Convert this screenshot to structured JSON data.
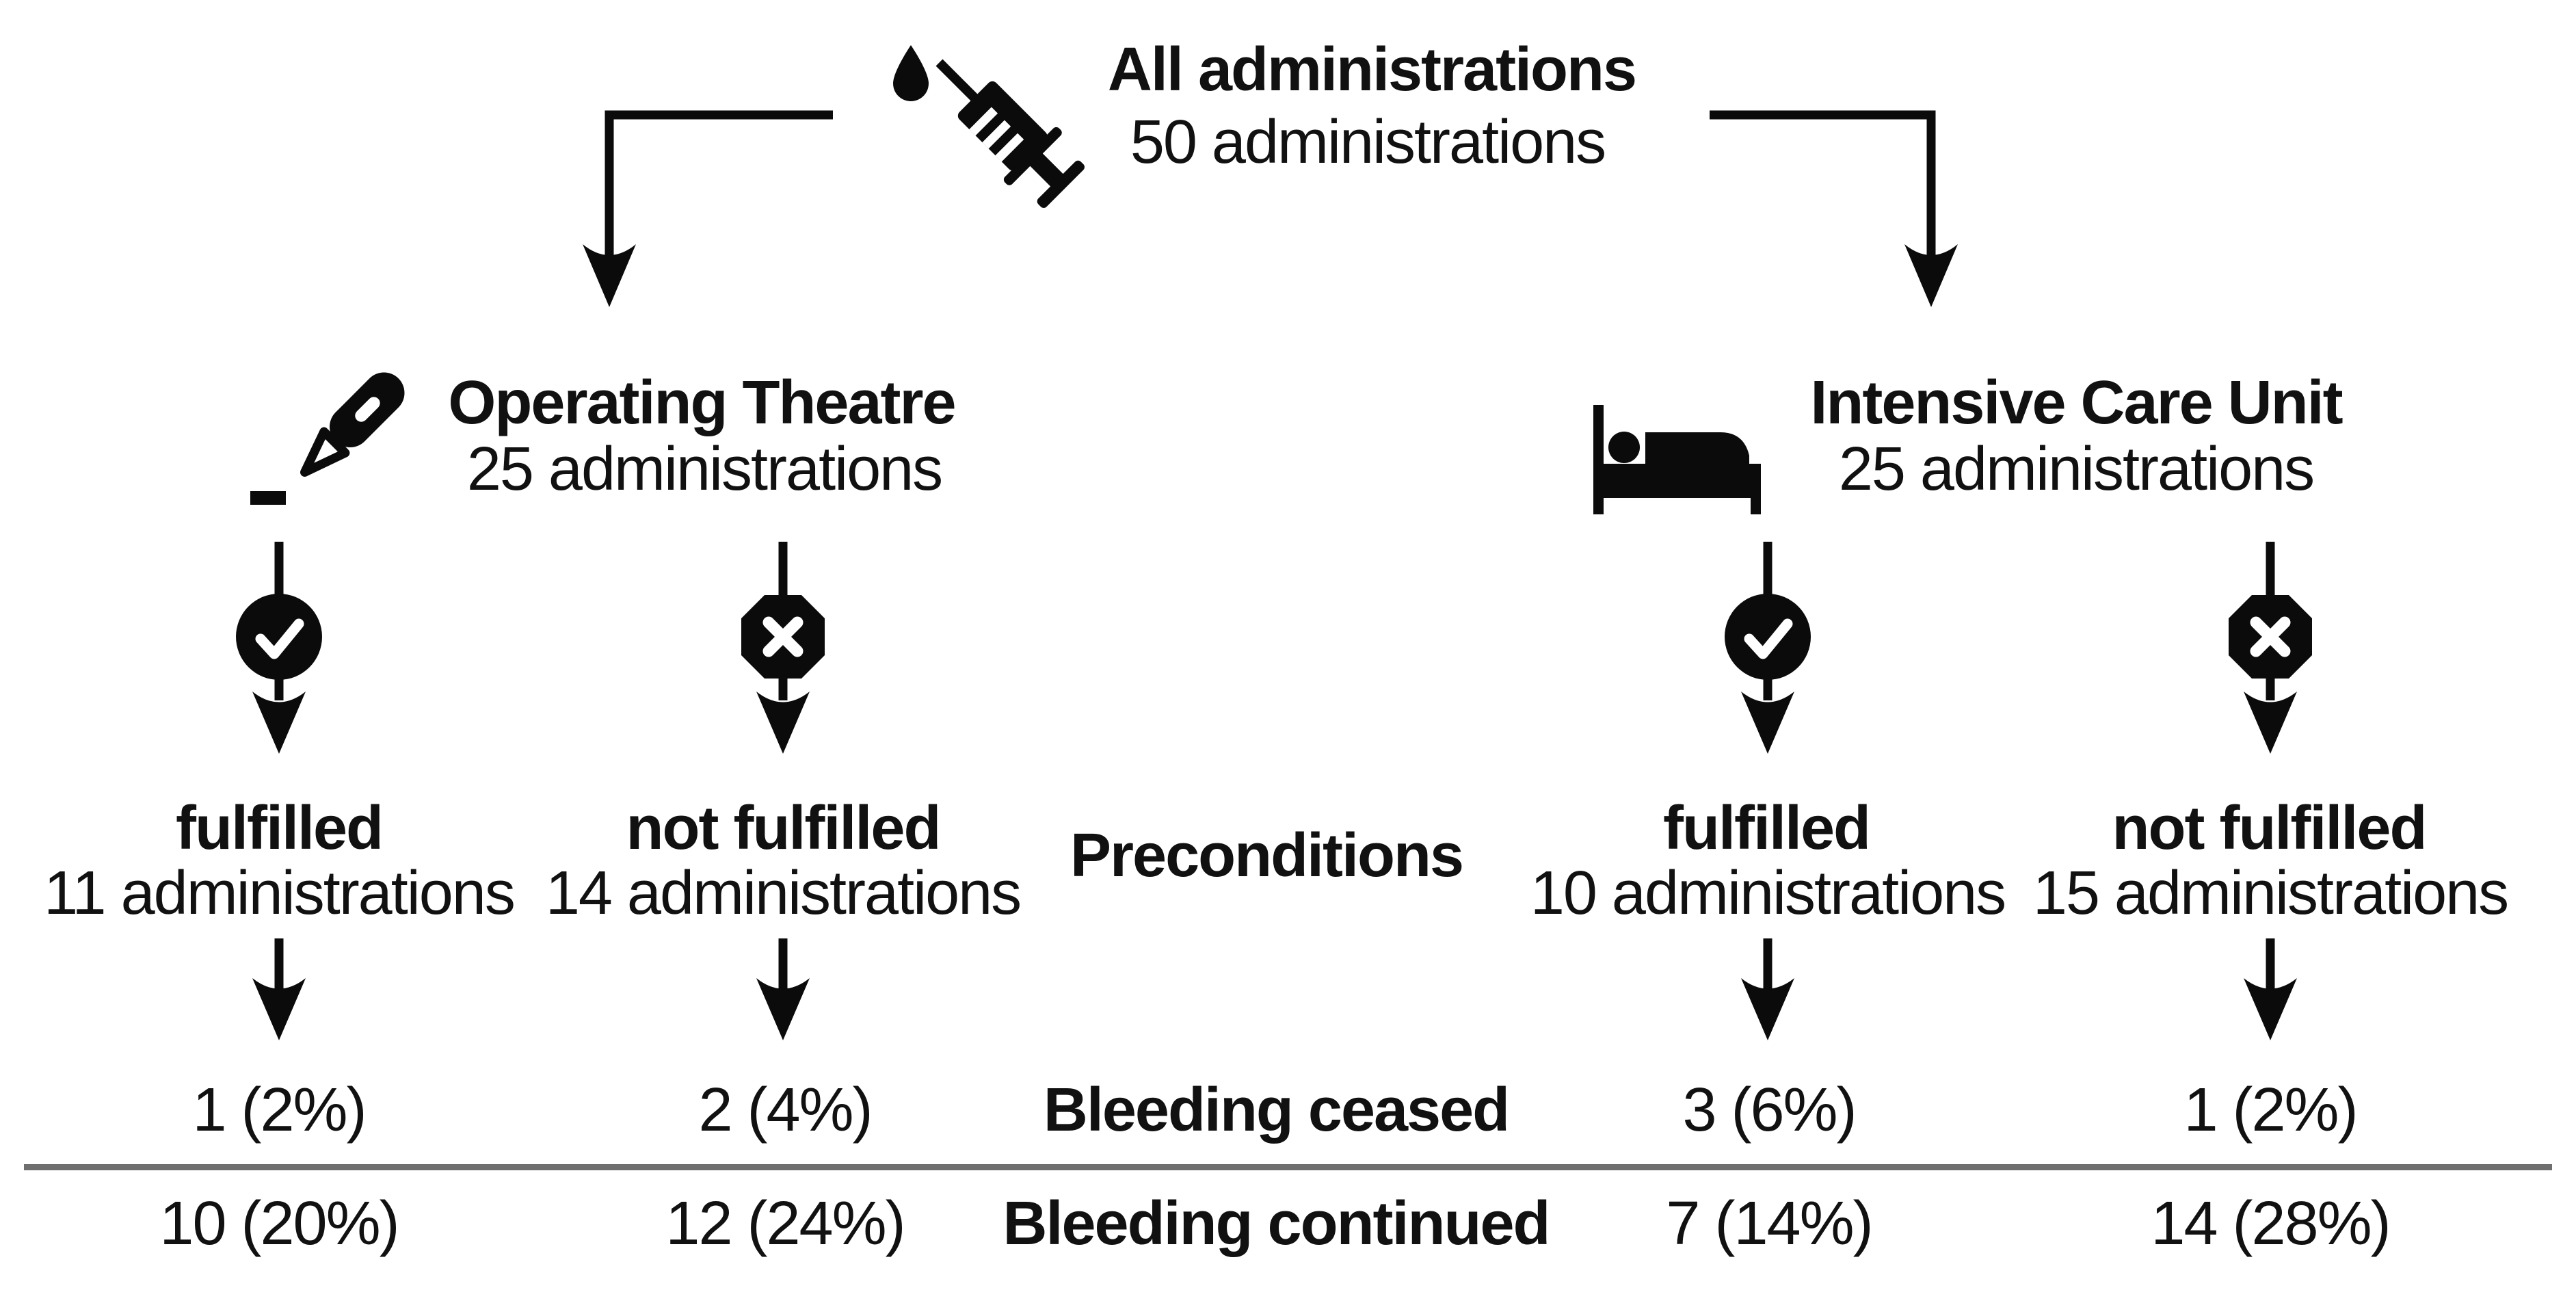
{
  "page": {
    "background": "#ffffff",
    "ink_color": "#111111",
    "divider_color": "#6f6f6f"
  },
  "root_node": {
    "icon": "syringe-icon",
    "title": "All administrations",
    "subtitle": "50 administrations"
  },
  "branches": [
    {
      "id": "operating-theatre",
      "icon": "scalpel-icon",
      "title": "Operating Theatre",
      "subtitle": "25 administrations",
      "outcomes": [
        {
          "icon": "check-circle-icon",
          "label": "fulfilled",
          "count": "11 administrations",
          "bleeding_ceased": "1 (2%)",
          "bleeding_continued": "10 (20%)"
        },
        {
          "icon": "cross-octagon-icon",
          "label": "not fulfilled",
          "count": "14 administrations",
          "bleeding_ceased": "2 (4%)",
          "bleeding_continued": "12 (24%)"
        }
      ]
    },
    {
      "id": "intensive-care-unit",
      "icon": "bed-icon",
      "title": "Intensive Care Unit",
      "subtitle": "25 administrations",
      "outcomes": [
        {
          "icon": "check-circle-icon",
          "label": "fulfilled",
          "count": "10 administrations",
          "bleeding_ceased": "3 (6%)",
          "bleeding_continued": "7 (14%)"
        },
        {
          "icon": "cross-octagon-icon",
          "label": "not fulfilled",
          "count": "15 administrations",
          "bleeding_ceased": "1 (2%)",
          "bleeding_continued": "14 (28%)"
        }
      ]
    }
  ],
  "labels": {
    "preconditions": "Preconditions",
    "bleeding_ceased": "Bleeding ceased",
    "bleeding_continued": "Bleeding continued"
  }
}
